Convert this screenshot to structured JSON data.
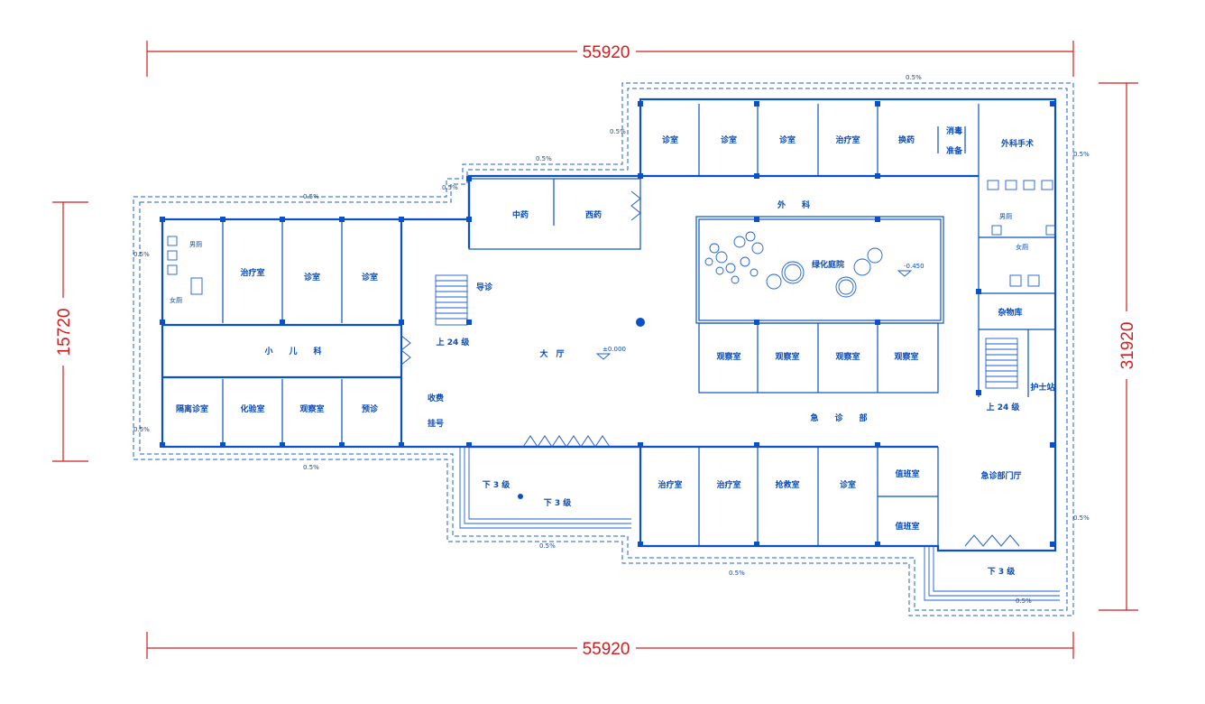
{
  "dimensions": {
    "top": "55920",
    "bottom": "55920",
    "left": "15720",
    "right": "31920"
  },
  "slope": "0.5%",
  "elevations": {
    "hall": "±0.000",
    "garden": "-0.450"
  },
  "stairs": {
    "up_left": "上 24 级",
    "up_right": "上 24 级",
    "down_3a": "下 3 级",
    "down_3b": "下 3 级",
    "down_3c": "下 3 级"
  },
  "rooms": {
    "mens_left": "男厕",
    "womens_left": "女厕",
    "treatment_left": "治疗室",
    "consult_left_1": "诊室",
    "consult_left_2": "诊室",
    "pediatrics": "小　　儿　　科",
    "isolation": "隔离诊室",
    "lab": "化验室",
    "observation_left": "观察室",
    "pre_exam": "预诊",
    "fee": "收费",
    "register": "挂号",
    "guide": "导诊",
    "chinese_pharmacy": "中药",
    "western_pharmacy": "西药",
    "hall": "大　厅",
    "consult_top_1": "诊室",
    "consult_top_2": "诊室",
    "consult_top_3": "诊室",
    "treatment_top": "治疗室",
    "dressing": "换药",
    "disinfect": "消毒",
    "prepare": "准备",
    "surgery": "外科手术",
    "surgical_dept": "外　　科",
    "garden": "绿化庭院",
    "mens_right": "男厕",
    "womens_right": "女厕",
    "storage": "杂物库",
    "nurse": "护士站",
    "obs_1": "观察室",
    "obs_2": "观察室",
    "obs_3": "观察室",
    "obs_4": "观察室",
    "emergency_dept": "急　　诊　　部",
    "treat_b1": "治疗室",
    "treat_b2": "治疗室",
    "rescue": "抢救室",
    "consult_b": "诊室",
    "duty_1": "值班室",
    "duty_2": "值班室",
    "emergency_hall": "急诊部门厅"
  }
}
